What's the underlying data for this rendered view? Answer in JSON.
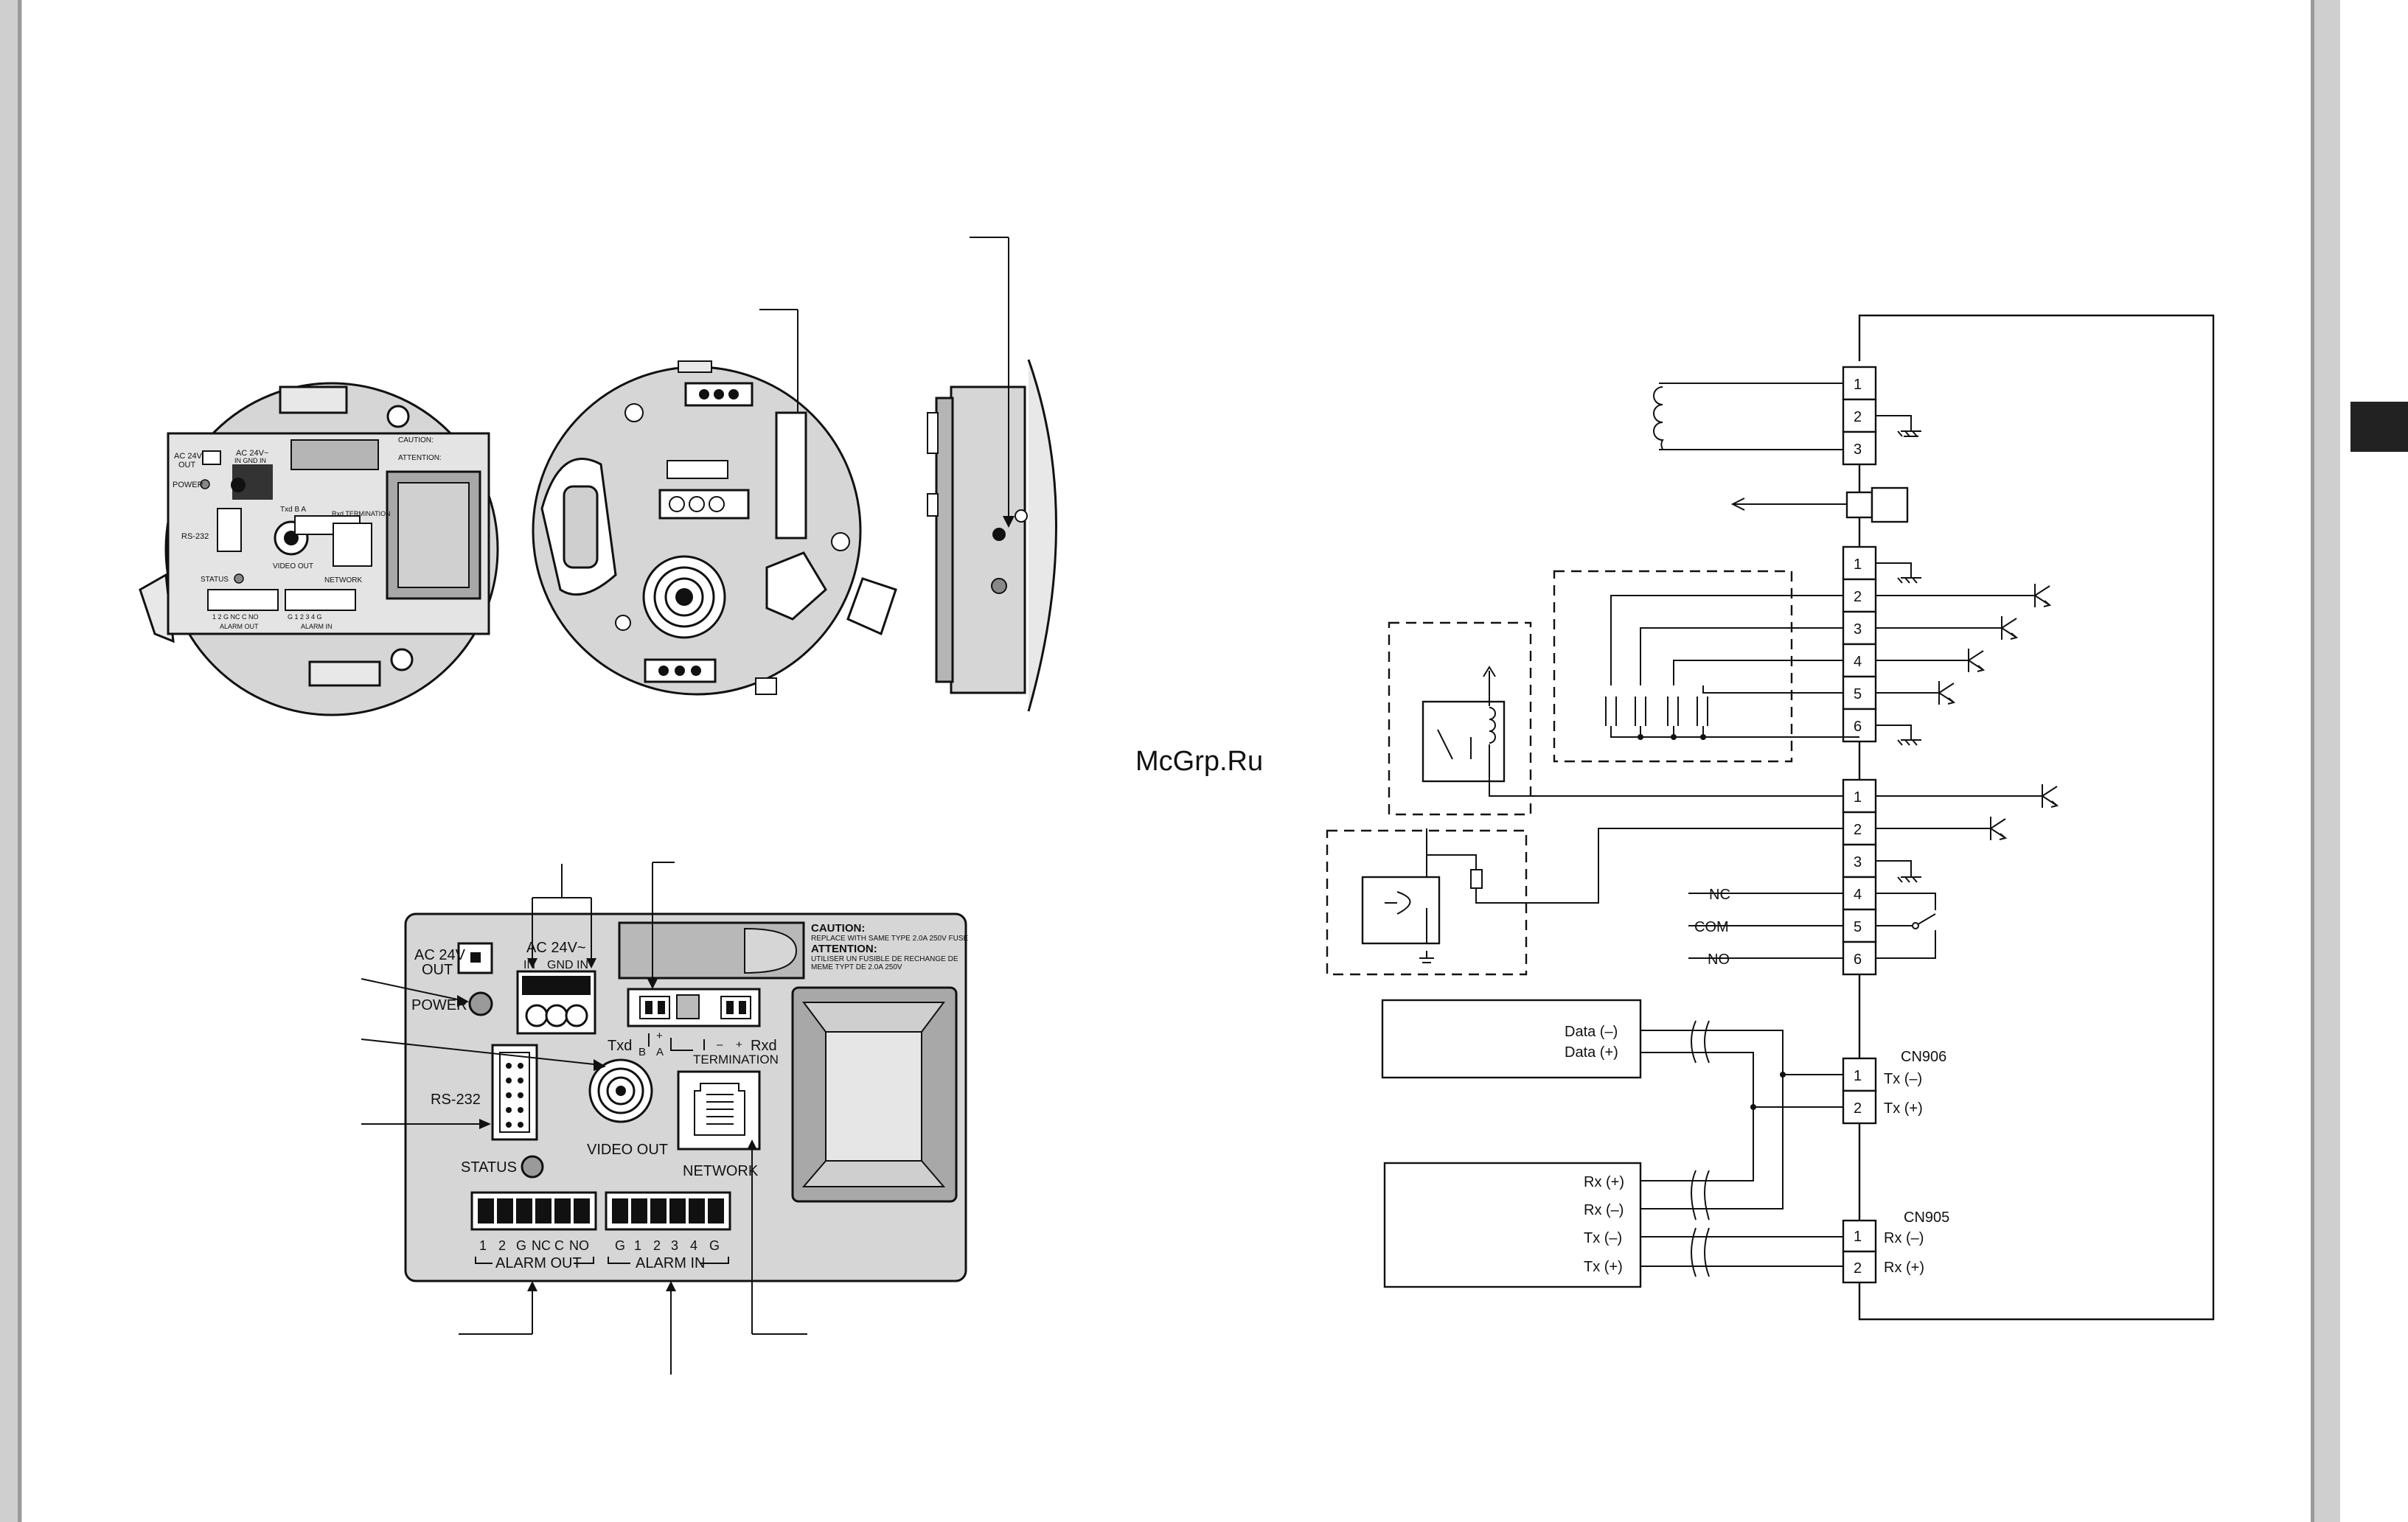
{
  "watermark": "McGrp.Ru",
  "tab_marker_color": "#222222",
  "panel_label_colors": {
    "panel": "#d6d6d6",
    "outline": "#111111"
  },
  "board_overview": {
    "ac24v_out": "AC 24V",
    "out": "OUT",
    "ac24v_in": "AC 24V~",
    "in_gnd_in": "IN  GND  IN",
    "power": "POWER",
    "rs232": "RS-232",
    "status": "STATUS",
    "video_out": "VIDEO OUT",
    "network": "NETWORK",
    "txd_b_a": "Txd  B  A",
    "rxd_termination": "Rxd TERMINATION",
    "alarm_out_pins": "1  2  G NC C NO",
    "alarm_out": "ALARM OUT",
    "alarm_in_pins": "G  1  2  3  4  G",
    "alarm_in": "ALARM IN",
    "caution": "CAUTION:",
    "attention": "ATTENTION:"
  },
  "panel_detail": {
    "ac24v_out": "AC 24V",
    "out": "OUT",
    "power": "POWER",
    "ac24v_in": "AC 24V~",
    "pins_ac": [
      "IN",
      "GND",
      "IN"
    ],
    "rs232": "RS-232",
    "status": "STATUS",
    "video_out": "VIDEO OUT",
    "network": "NETWORK",
    "txd": "Txd",
    "b": "B",
    "a": "A",
    "plus1": "+",
    "minus": "–",
    "plus2": "+",
    "rxd": "Rxd",
    "termination": "TERMINATION",
    "caution_title": "CAUTION:",
    "caution_text": "REPLACE WITH SAME TYPE 2.0A 250V FUSE",
    "attention_title": "ATTENTION:",
    "attention_text1": "UTILISER UN FUSIBLE DE RECHANGE DE",
    "attention_text2": "MEME TYPT DE 2.0A 250V",
    "alarm_out_pins": [
      "1",
      "2",
      "G",
      "NC",
      "C",
      "NO"
    ],
    "alarm_out": "ALARM OUT",
    "alarm_in_pins": [
      "G",
      "1",
      "2",
      "3",
      "4",
      "G"
    ],
    "alarm_in": "ALARM IN"
  },
  "schematic": {
    "block_a_pins": [
      "1",
      "2",
      "3"
    ],
    "block_b_pins": [
      "1",
      "2",
      "3",
      "4",
      "5",
      "6"
    ],
    "block_c_pins": [
      "1",
      "2",
      "3",
      "4",
      "5",
      "6"
    ],
    "relay_labels": [
      "NC",
      "COM",
      "NO"
    ],
    "data_minus": "Data (–)",
    "data_plus": "Data (+)",
    "cn906": "CN906",
    "cn906_pins": [
      "1",
      "2"
    ],
    "cn906_tx_minus": "Tx (–)",
    "cn906_tx_plus": "Tx (+)",
    "rx_plus": "Rx (+)",
    "rx_minus": "Rx (–)",
    "tx_minus": "Tx (–)",
    "tx_plus": "Tx (+)",
    "cn905": "CN905",
    "cn905_pins": [
      "1",
      "2"
    ],
    "cn905_rx_minus": "Rx (–)",
    "cn905_rx_plus": "Rx (+)"
  }
}
